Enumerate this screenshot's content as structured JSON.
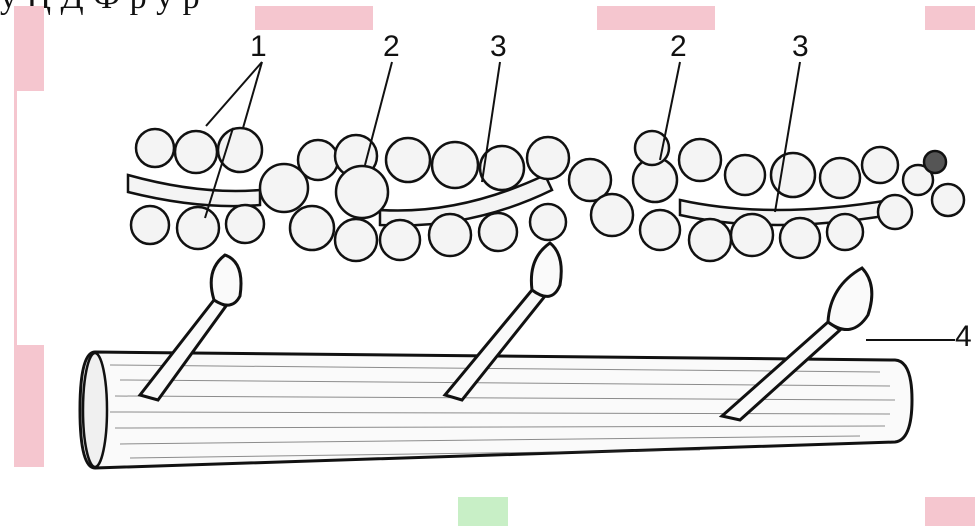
{
  "header_text": "у  Ц    Д  Ф  р      у  р",
  "labels": {
    "l1": "1",
    "l2a": "2",
    "l3a": "3",
    "l2b": "2",
    "l3b": "3",
    "l4": "4"
  },
  "colors": {
    "highlight_pink": "#f5c6cf",
    "highlight_green": "#c8efc6",
    "ink": "#111111",
    "bead_fill": "#f4f4f4",
    "rod_fill": "#fafafa"
  }
}
